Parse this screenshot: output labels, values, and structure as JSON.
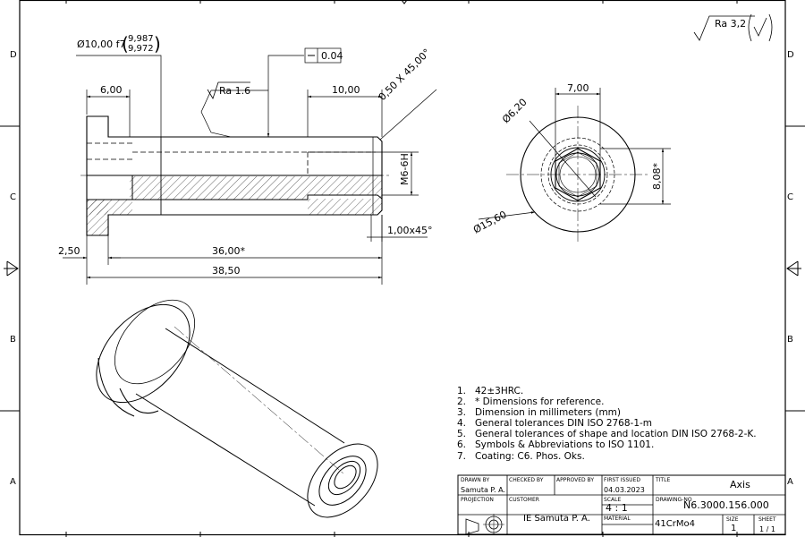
{
  "zones": {
    "rows": [
      "D",
      "C",
      "B",
      "A"
    ]
  },
  "surface_finish": {
    "general": "Ra 3,2",
    "local": "Ra 1.6"
  },
  "dimensions": {
    "shaft_diameter": "Ø10,00 f7",
    "tol_upper": "9,987",
    "tol_lower": "9,972",
    "straightness": "0.04",
    "head_length": "6,00",
    "thread_length": "10,00",
    "chamfer": "0,50 X 45,00°",
    "thread": "M6-6H",
    "bottom_chamfer": "1,00x45°",
    "head_step": "2,50",
    "length_ref": "36,00*",
    "length_total": "38,50",
    "hex_width": "7,00",
    "hex_diameter": "Ø6,20",
    "flange_diameter": "Ø15,60",
    "hex_across": "8,08*"
  },
  "notes": [
    {
      "num": "1.",
      "text": "42±3HRC."
    },
    {
      "num": "2.",
      "text": "* Dimensions for reference."
    },
    {
      "num": "3.",
      "text": "Dimension in millimeters (mm)"
    },
    {
      "num": "4.",
      "text": "General tolerances DIN ISO 2768-1-m"
    },
    {
      "num": "5.",
      "text": "General tolerances of shape and location DIN ISO 2768-2-K."
    },
    {
      "num": "6.",
      "text": "Symbols & Abbreviations to ISO 1101."
    },
    {
      "num": "7.",
      "text": "Coating: C6. Phos. Oks."
    }
  ],
  "title_block": {
    "drawn_by_label": "DRAWN BY",
    "drawn_by": "Samuta P. A.",
    "checked_by_label": "CHECKED BY",
    "approved_by_label": "APPROVED BY",
    "first_issued_label": "FIRST ISSUED",
    "first_issued": "04.03.2023",
    "title_label": "TITLE",
    "title": "Axis",
    "projection_label": "PROJECTION",
    "customer_label": "CUSTOMER",
    "customer": "IE Samuta P. A.",
    "scale_label": "SCALE",
    "scale": "4 : 1",
    "drawing_no_label": "DRAWING-NO",
    "drawing_no": "N6.3000.156.000",
    "material_label": "MATERIAL",
    "material": "41CrMo4",
    "size_label": "SIZE",
    "size": "1",
    "sheet_label": "SHEET",
    "sheet": "1 / 1"
  }
}
